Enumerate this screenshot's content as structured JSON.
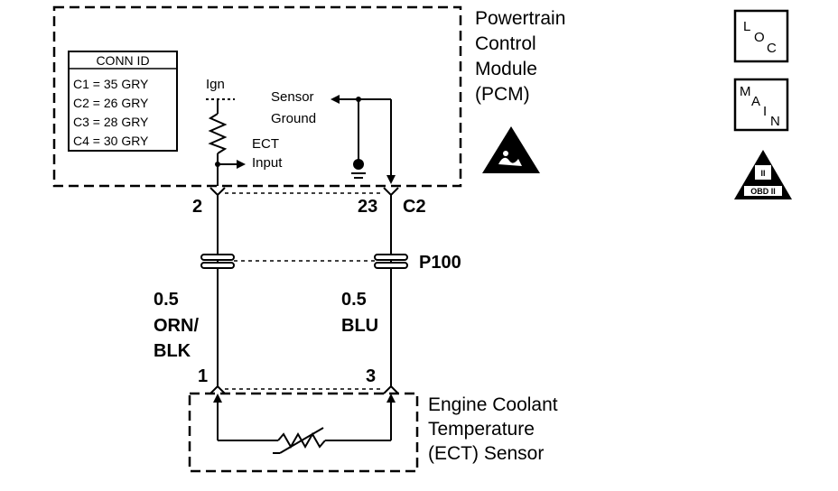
{
  "pcm": {
    "title_lines": [
      "Powertrain",
      "Control",
      "Module",
      "(PCM)"
    ]
  },
  "conn_id": {
    "title": "CONN ID",
    "rows": [
      "C1 = 35 GRY",
      "C2 = 26 GRY",
      "C3 = 28 GRY",
      "C4 = 30 GRY"
    ]
  },
  "signals": {
    "ign": "Ign",
    "ect_input_line1": "ECT",
    "ect_input_line2": "Input",
    "sensor_ground_line1": "Sensor",
    "sensor_ground_line2": "Ground"
  },
  "pins": {
    "pcm_left": "2",
    "pcm_right": "23",
    "pcm_connector": "C2",
    "sensor_left": "1",
    "sensor_right": "3"
  },
  "connector": {
    "name": "P100"
  },
  "wires": {
    "left": [
      "0.5",
      "ORN/",
      "BLK"
    ],
    "right": [
      "0.5",
      "BLU"
    ]
  },
  "sensor": {
    "title_lines": [
      "Engine Coolant",
      "Temperature",
      "(ECT) Sensor"
    ]
  },
  "icons": {
    "loc": {
      "big1": "L",
      "small": "O",
      "big2": "C"
    },
    "main": {
      "big1": "M",
      "small": "A",
      "big2": "I",
      "big3": "N"
    },
    "obd": {
      "label": "OBD II",
      "numeral": "II"
    }
  }
}
